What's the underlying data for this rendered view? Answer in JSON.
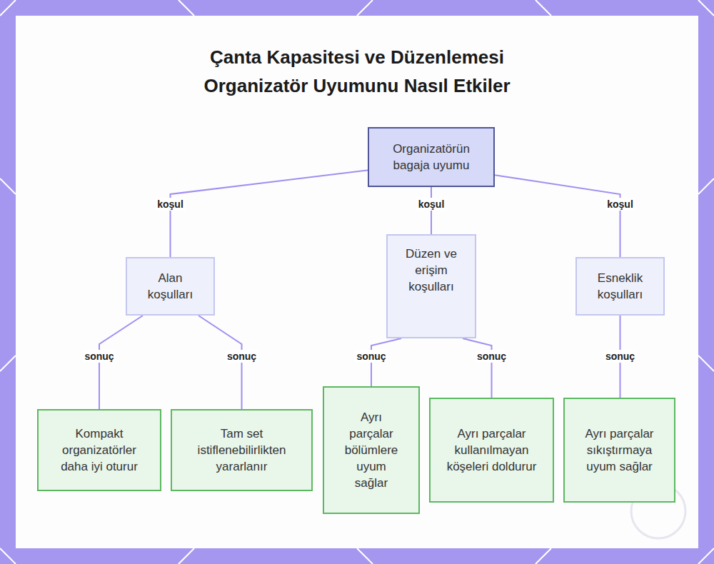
{
  "diagram": {
    "title": "Çanta Kapasitesi ve Düzenlemesi Organizatör Uyumunu Nasıl Etkiler",
    "nodes": [
      {
        "text": [
          "Organizatörün bagaja uyumu"
        ]
      },
      {
        "text": [
          "Alan koşulları"
        ]
      },
      {
        "text": [
          "Düzen ve erişim koşulları"
        ]
      },
      {
        "text": [
          "Esneklik koşulları"
        ]
      },
      {
        "text": [
          "Kompakt organizatörler daha iyi oturur"
        ]
      },
      {
        "text": [
          "Tam set istiflenebilirlikten yararlanır"
        ]
      },
      {
        "text": [
          "Ayrı parçalar bölümlere uyum sağlar"
        ]
      },
      {
        "text": [
          "Ayrı parçalar kullanılmayan köşeleri doldurur"
        ]
      },
      {
        "text": [
          "Ayrı parçalar sıkıştırmaya uyum sağlar"
        ]
      }
    ],
    "edges": [
      {
        "from": 0,
        "to": 1,
        "label": "koşul",
        "arrow": "none"
      },
      {
        "from": 0,
        "to": 2,
        "label": "koşul",
        "arrow": "none"
      },
      {
        "from": 0,
        "to": 3,
        "label": "koşul",
        "arrow": "none"
      },
      {
        "from": 1,
        "to": 4,
        "label": "sonuç",
        "arrow": "none"
      },
      {
        "from": 1,
        "to": 5,
        "label": "sonuç",
        "arrow": "none"
      },
      {
        "from": 2,
        "to": 6,
        "label": "sonuç",
        "arrow": "none"
      },
      {
        "from": 2,
        "to": 7,
        "label": "sonuç",
        "arrow": "none"
      },
      {
        "from": 3,
        "to": 8,
        "label": "sonuç",
        "arrow": "none"
      }
    ]
  }
}
